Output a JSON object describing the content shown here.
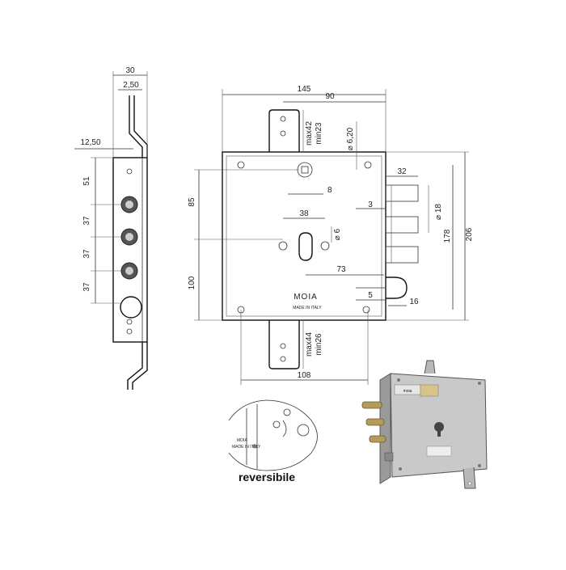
{
  "side_view": {
    "dims": {
      "width_30": "30",
      "offset_2_50": "2,50",
      "offset_12_50": "12,50",
      "spacing_51": "51",
      "spacing_37a": "37",
      "spacing_37b": "37",
      "spacing_37c": "37"
    }
  },
  "front_view": {
    "dims": {
      "d145": "145",
      "d90": "90",
      "d32": "32",
      "d8": "8",
      "d38": "38",
      "d85": "85",
      "d100": "100",
      "d73": "73",
      "d3": "3",
      "d5": "5",
      "d16": "16",
      "d108": "108",
      "d178": "178",
      "d206": "206",
      "phi_620": "⌀ 6,20",
      "phi_18": "⌀ 18",
      "phi_6": "⌀ 6",
      "top_max": "max42",
      "top_min": "min23",
      "bot_max": "max44",
      "bot_min": "min26"
    },
    "brand": "MOIA",
    "made_in": "MADE IN ITALY"
  },
  "detail": {
    "caption": "reversibile"
  },
  "photo": {
    "tag": "moia"
  }
}
